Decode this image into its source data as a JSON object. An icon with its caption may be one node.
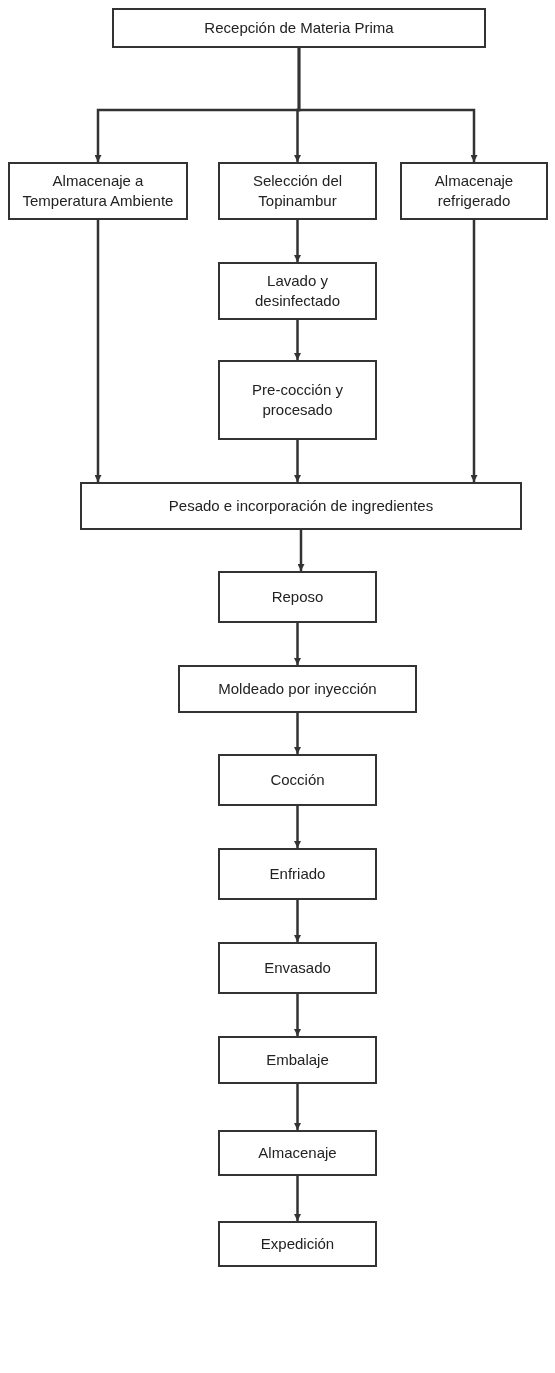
{
  "diagram": {
    "nodes": [
      {
        "text": [
          "Recepción de Materia Prima"
        ]
      },
      {
        "text": [
          "Almacenaje a Temperatura Ambiente"
        ]
      },
      {
        "text": [
          "Selección del Topinambur"
        ]
      },
      {
        "text": [
          "Almacenaje refrigerado"
        ]
      },
      {
        "text": [
          "Lavado y desinfectado"
        ]
      },
      {
        "text": [
          "Pre-cocción y procesado"
        ]
      },
      {
        "text": [
          "Pesado e incorporación de ingredientes"
        ]
      },
      {
        "text": [
          "Reposo"
        ]
      },
      {
        "text": [
          "Moldeado por inyección"
        ]
      },
      {
        "text": [
          "Cocción"
        ]
      },
      {
        "text": [
          "Enfriado"
        ]
      },
      {
        "text": [
          "Envasado"
        ]
      },
      {
        "text": [
          "Embalaje"
        ]
      },
      {
        "text": [
          "Almacenaje"
        ]
      },
      {
        "text": [
          "Expedición"
        ]
      }
    ],
    "edges": [
      {
        "from": 0,
        "to": 1,
        "arrow": "to"
      },
      {
        "from": 0,
        "to": 2,
        "arrow": "to"
      },
      {
        "from": 0,
        "to": 3,
        "arrow": "to"
      },
      {
        "from": 1,
        "to": 6,
        "arrow": "to"
      },
      {
        "from": 2,
        "to": 4,
        "arrow": "to"
      },
      {
        "from": 4,
        "to": 5,
        "arrow": "to"
      },
      {
        "from": 5,
        "to": 6,
        "arrow": "to"
      },
      {
        "from": 3,
        "to": 6,
        "arrow": "to"
      },
      {
        "from": 6,
        "to": 7,
        "arrow": "to"
      },
      {
        "from": 7,
        "to": 8,
        "arrow": "to"
      },
      {
        "from": 8,
        "to": 9,
        "arrow": "to"
      },
      {
        "from": 9,
        "to": 10,
        "arrow": "to"
      },
      {
        "from": 10,
        "to": 11,
        "arrow": "to"
      },
      {
        "from": 11,
        "to": 12,
        "arrow": "to"
      },
      {
        "from": 12,
        "to": 13,
        "arrow": "to"
      },
      {
        "from": 13,
        "to": 14,
        "arrow": "to"
      }
    ]
  }
}
